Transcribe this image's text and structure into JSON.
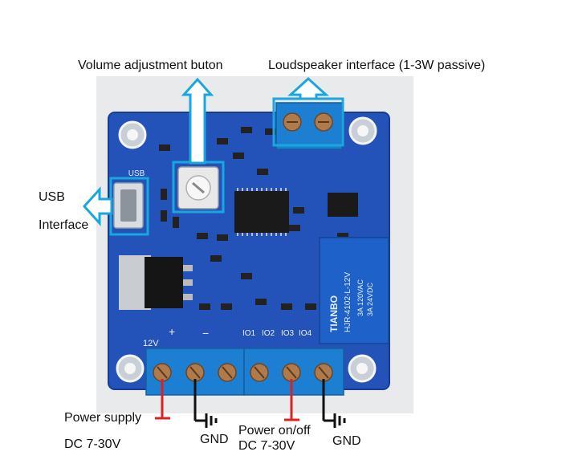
{
  "labels": {
    "volume": "Volume adjustment buton",
    "speaker": "Loudspeaker interface (1-3W passive)",
    "usb_line1": "USB",
    "usb_line2": "Interface",
    "power_supply": "Power supply",
    "power_supply_range": "DC 7-30V",
    "gnd_left": "GND",
    "power_onoff": "Power on/off",
    "power_onoff_range": "DC 7-30V",
    "gnd_right": "GND"
  },
  "board": {
    "silk_usb": "USB",
    "silk_12v": "12V",
    "silk_plus": "+",
    "silk_minus": "−",
    "silk_io1": "IO1",
    "silk_io2": "IO2",
    "silk_io3": "IO3",
    "silk_io4": "IO4",
    "relay_brand": "TIANBO",
    "relay_model": "HJR-4102-L-12V",
    "relay_spec1": "3A 120VAC",
    "relay_spec2": "3A 24VDC"
  },
  "colors": {
    "board": "#1f4fb5",
    "callout": "#1aa7e0",
    "terminal": "#1c7fd1",
    "power_marker": "#e02020",
    "gnd_marker": "#111111"
  }
}
